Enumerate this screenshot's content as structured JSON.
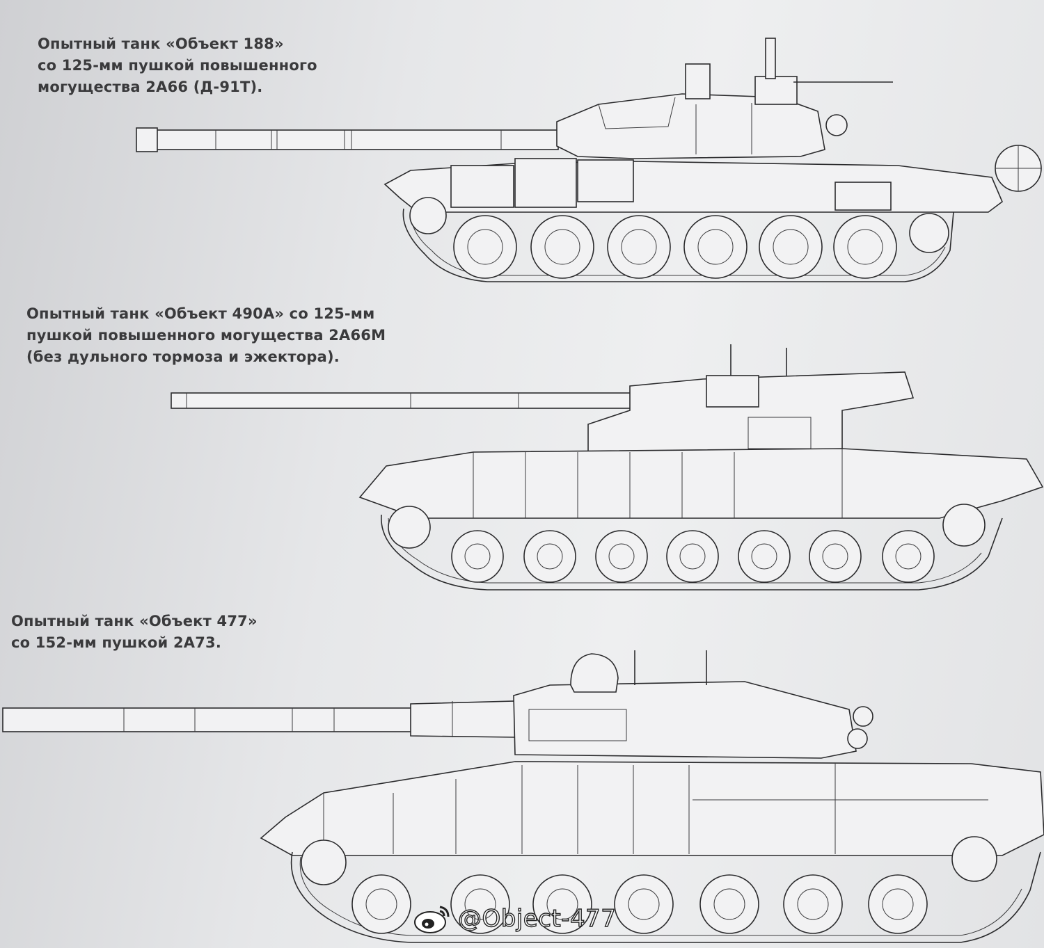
{
  "captions": [
    {
      "id": "object-188",
      "lines": [
        "Опытный танк «Объект 188»",
        "со 125-мм пушкой повышенного",
        "могущества 2А66 (Д-91Т)."
      ]
    },
    {
      "id": "object-490a",
      "lines": [
        "Опытный танк «Объект 490А» со 125-мм",
        "пушкой повышенного могущества 2А66М",
        "(без дульного тормоза и эжектора)."
      ]
    },
    {
      "id": "object-477",
      "lines": [
        "Опытный танк «Объект 477»",
        "со 152-мм пушкой 2А73."
      ]
    }
  ],
  "watermark": {
    "icon": "weibo-icon",
    "text": "@Object-477"
  },
  "colors": {
    "line": "#2b2b2d",
    "text": "#3a3a3c",
    "paper": "#e6e7e9"
  }
}
